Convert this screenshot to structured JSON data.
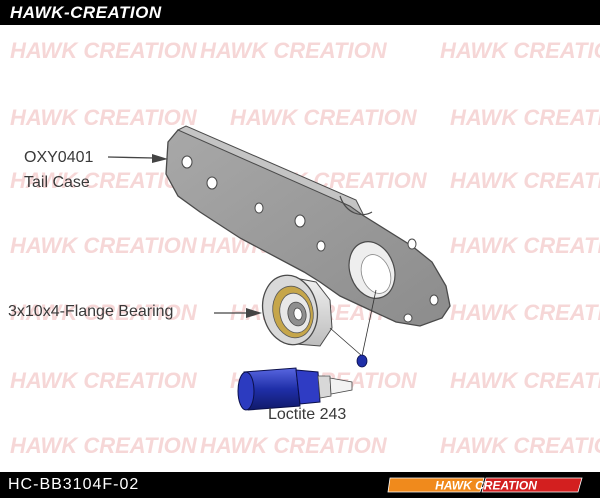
{
  "header": {
    "brand": "HAWK-CREATION"
  },
  "footer": {
    "part_number": "HC-BB3104F-02",
    "logo_text": "HAWK CREATION"
  },
  "watermark": {
    "text": "HAWK CREATION"
  },
  "callouts": {
    "tail_case_code": "OXY0401",
    "tail_case_name": "Tail Case",
    "bearing": "3x10x4-Flange Bearing",
    "loctite": "Loctite 243"
  },
  "colors": {
    "bar": "#000000",
    "part_gray": "#9a9a9a",
    "loctite_blue": "#1f2fa8",
    "watermark": "#f2c6c6"
  },
  "icons": {
    "logo": "hawk-creation-logo"
  }
}
